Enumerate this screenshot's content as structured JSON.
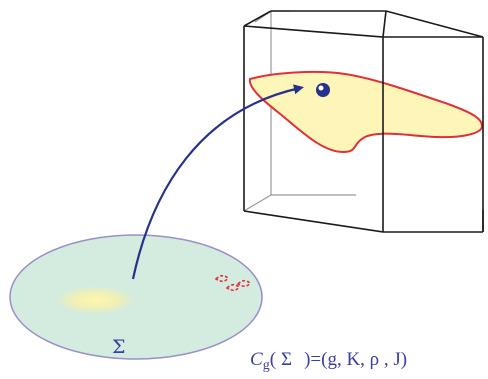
{
  "surface": {
    "symbol": "Σ"
  },
  "formula": {
    "c_letter": "C",
    "subscript": "g",
    "open_paren": "(",
    "sigma": "Σ",
    "rest": ")=(g, K, ρ , J)"
  },
  "colors": {
    "ellipse_fill": "#d3ecdf",
    "ellipse_stroke": "#9a8fc9",
    "highlight": "#fbf0a6",
    "region_fill": "#fdf6b8",
    "region_stroke": "#e0303a",
    "box_stroke": "#1a1a1a",
    "box_back_stroke": "#9a9a9a",
    "arrow": "#27308a",
    "point": "#27308a",
    "text": "#3a3fa0"
  }
}
